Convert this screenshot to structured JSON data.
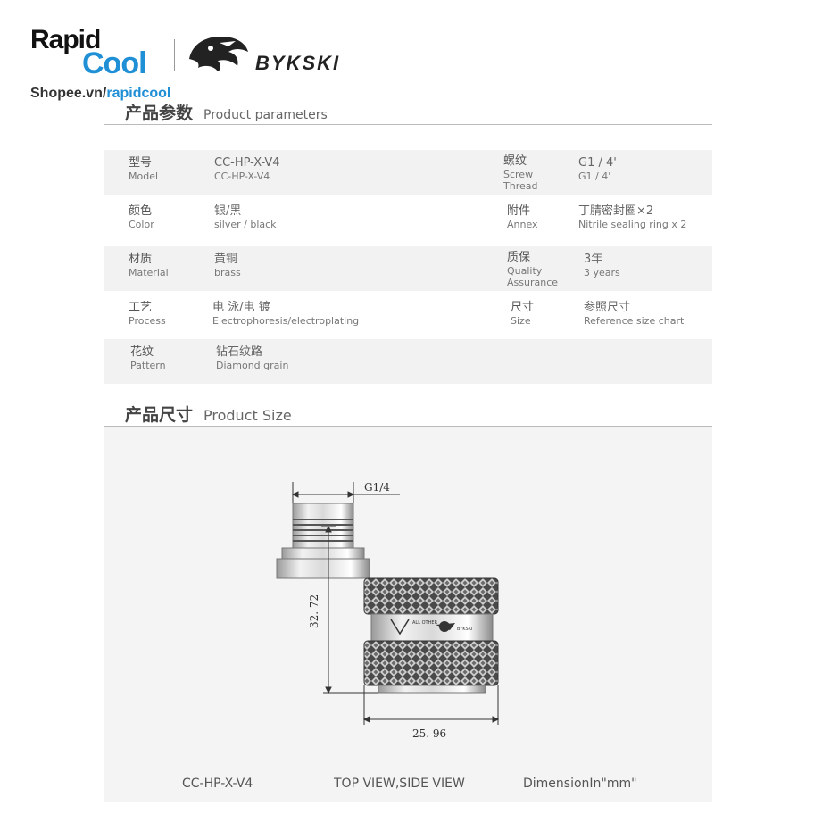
{
  "header": {
    "logo_rapid": "Rapid",
    "logo_cool": "Cool",
    "bykski_text": "BYKSKI",
    "shop_prefix": "Shopee.vn/",
    "shop_handle": "rapidcool"
  },
  "params_section": {
    "title_cn": "产品参数",
    "title_en": "Product parameters"
  },
  "params": {
    "rows": [
      {
        "left": {
          "label_cn": "型号",
          "label_en": "Model",
          "value": "CC-HP-X-V4",
          "value_en": "CC-HP-X-V4"
        },
        "right": {
          "label_cn": "螺纹",
          "label_en": "Screw",
          "label_en2": "Thread",
          "value": "G1 / 4'",
          "value_en": "G1 / 4'"
        }
      },
      {
        "left": {
          "label_cn": "颜色",
          "label_en": "Color",
          "value": "银/黑",
          "value_en": "silver / black"
        },
        "right": {
          "label_cn": "附件",
          "label_en": "Annex",
          "label_en2": "",
          "value": "丁腈密封圈×2",
          "value_en": "Nitrile sealing ring  x 2"
        }
      },
      {
        "left": {
          "label_cn": "材质",
          "label_en": "Material",
          "value": "黄铜",
          "value_en": "brass"
        },
        "right": {
          "label_cn": "质保",
          "label_en": "Quality",
          "label_en2": "Assurance",
          "value": "3年",
          "value_en": "3 years"
        }
      },
      {
        "left": {
          "label_cn": "工艺",
          "label_en": "Process",
          "value": "电 泳/电 镀",
          "value_en": "Electrophoresis/electroplating"
        },
        "right": {
          "label_cn": "尺寸",
          "label_en": "Size",
          "label_en2": "",
          "value": "参照尺寸",
          "value_en": "Reference size chart"
        }
      },
      {
        "left": {
          "label_cn": "花纹",
          "label_en": "Pattern",
          "value": "钻石纹路",
          "value_en": "Diamond grain"
        }
      }
    ]
  },
  "size_section": {
    "title_cn": "产品尺寸",
    "title_en": "Product Size"
  },
  "drawing": {
    "thread_label": "G1/4",
    "height_label": "32. 72",
    "width_label": "25. 96",
    "emblem_text_1": "ALL OTHER",
    "emblem_text_2": "BYKSKI"
  },
  "captions": {
    "model": "CC-HP-X-V4",
    "views": "TOP VIEW,SIDE VIEW",
    "units": "DimensionIn\"mm\""
  },
  "colors": {
    "brand_blue": "#1f8fd6",
    "row_shade": "#f2f2f2",
    "panel_bg": "#f4f4f4"
  }
}
